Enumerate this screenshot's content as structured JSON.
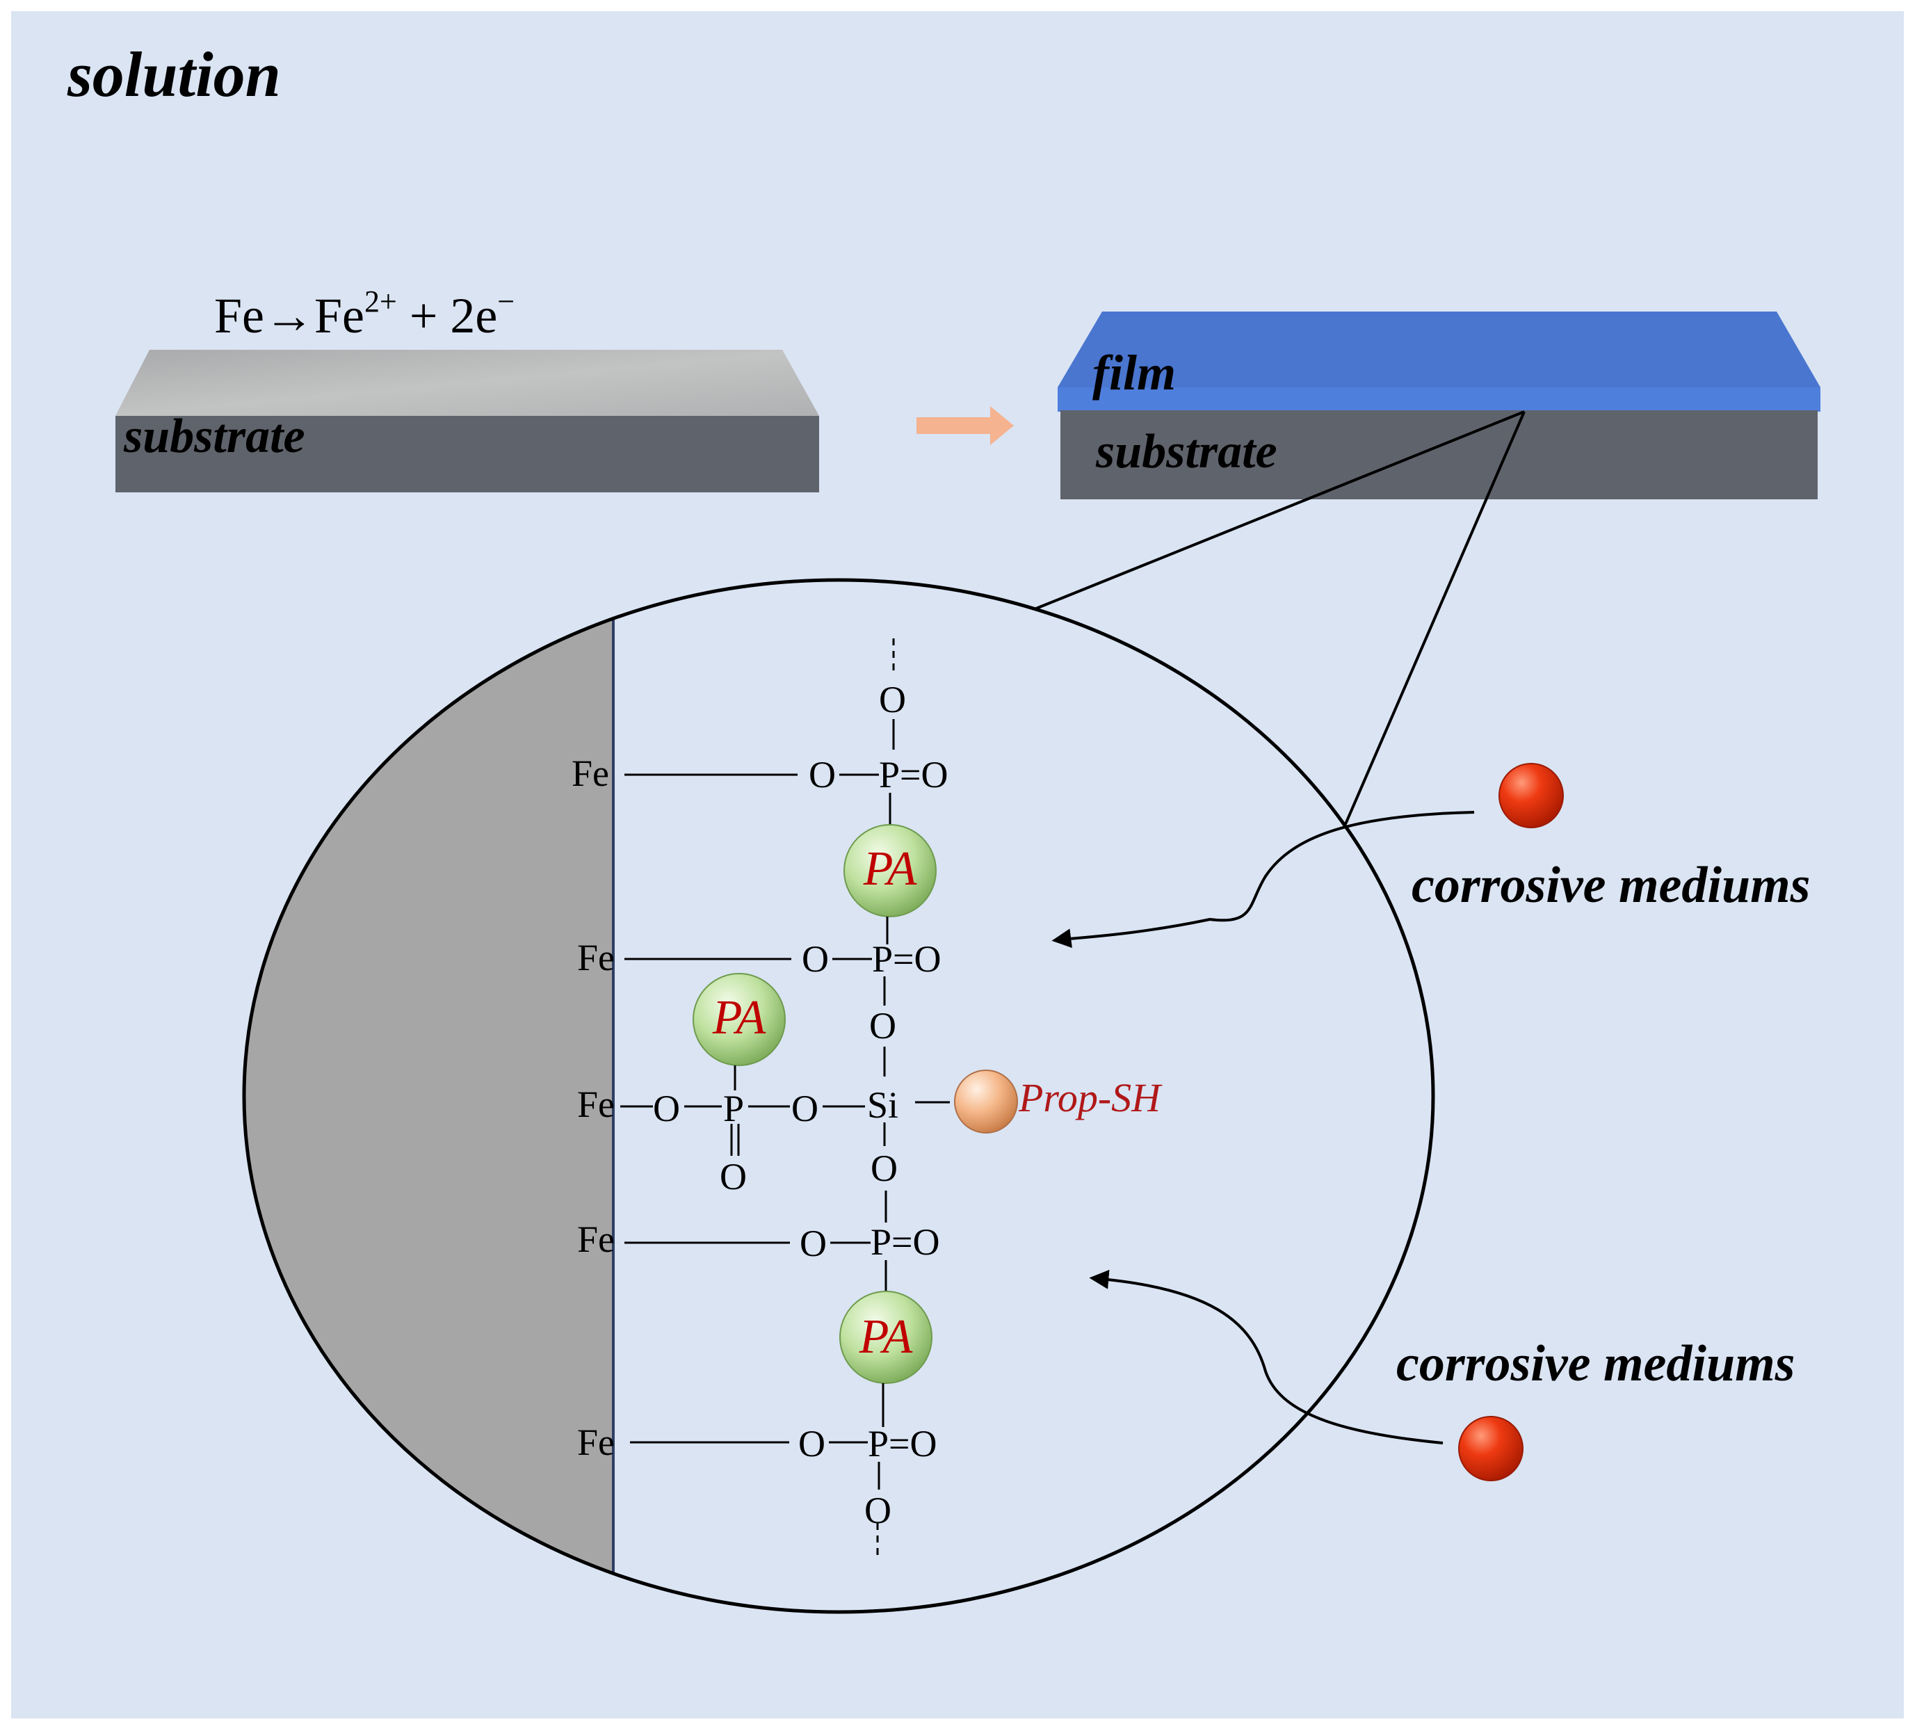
{
  "labels": {
    "solution": "solution",
    "reaction_main": "Fe→Fe",
    "reaction_sup": "2+",
    "reaction_mid": " + 2e",
    "reaction_sup2": "−",
    "substrate_left": "substrate",
    "film": "film",
    "substrate_right": "substrate",
    "corrosive_1": "corrosive mediums",
    "corrosive_2": "corrosive mediums"
  },
  "chemistry": {
    "fe": "Fe",
    "o": "O",
    "p": "P",
    "p_eq_o": "P=O",
    "si": "Si",
    "pa": "PA",
    "prop_sh": "Prop-SH"
  },
  "colors": {
    "background": "#dae4f3",
    "substrate_side": "#5f636b",
    "substrate_top": "#b6b7b8",
    "film": "#4b78d2",
    "metal_section": "#a6a6a6",
    "arrow": "#f5b38f",
    "pa_sphere": "#b9dd9a",
    "pa_text": "#c00000",
    "prop_sphere": "#f2b183",
    "corrosive_dot": "#e8290b"
  }
}
